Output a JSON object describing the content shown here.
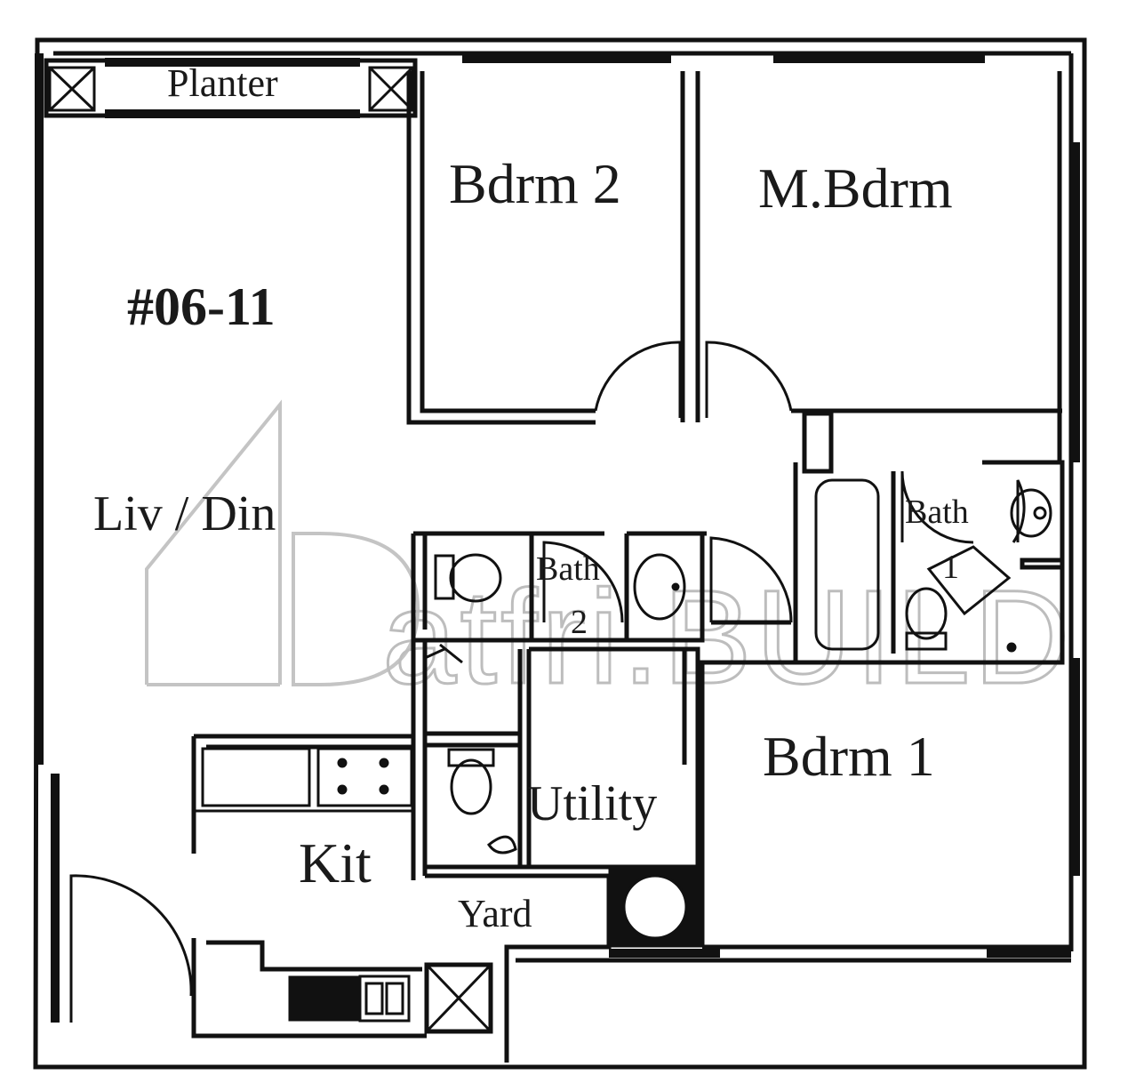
{
  "unit_number": "#06-11",
  "watermark": "atfri.BUILD",
  "rooms": {
    "planter": "Planter",
    "bedroom_2": "Bdrm 2",
    "master_bedroom": "M.Bdrm",
    "living_dining": "Liv / Din",
    "bath_1_word": "Bath",
    "bath_1_number": "1",
    "bath_2_word": "Bath",
    "bath_2_number": "2",
    "bedroom_1": "Bdrm 1",
    "utility": "Utility",
    "kitchen": "Kit",
    "yard": "Yard"
  }
}
